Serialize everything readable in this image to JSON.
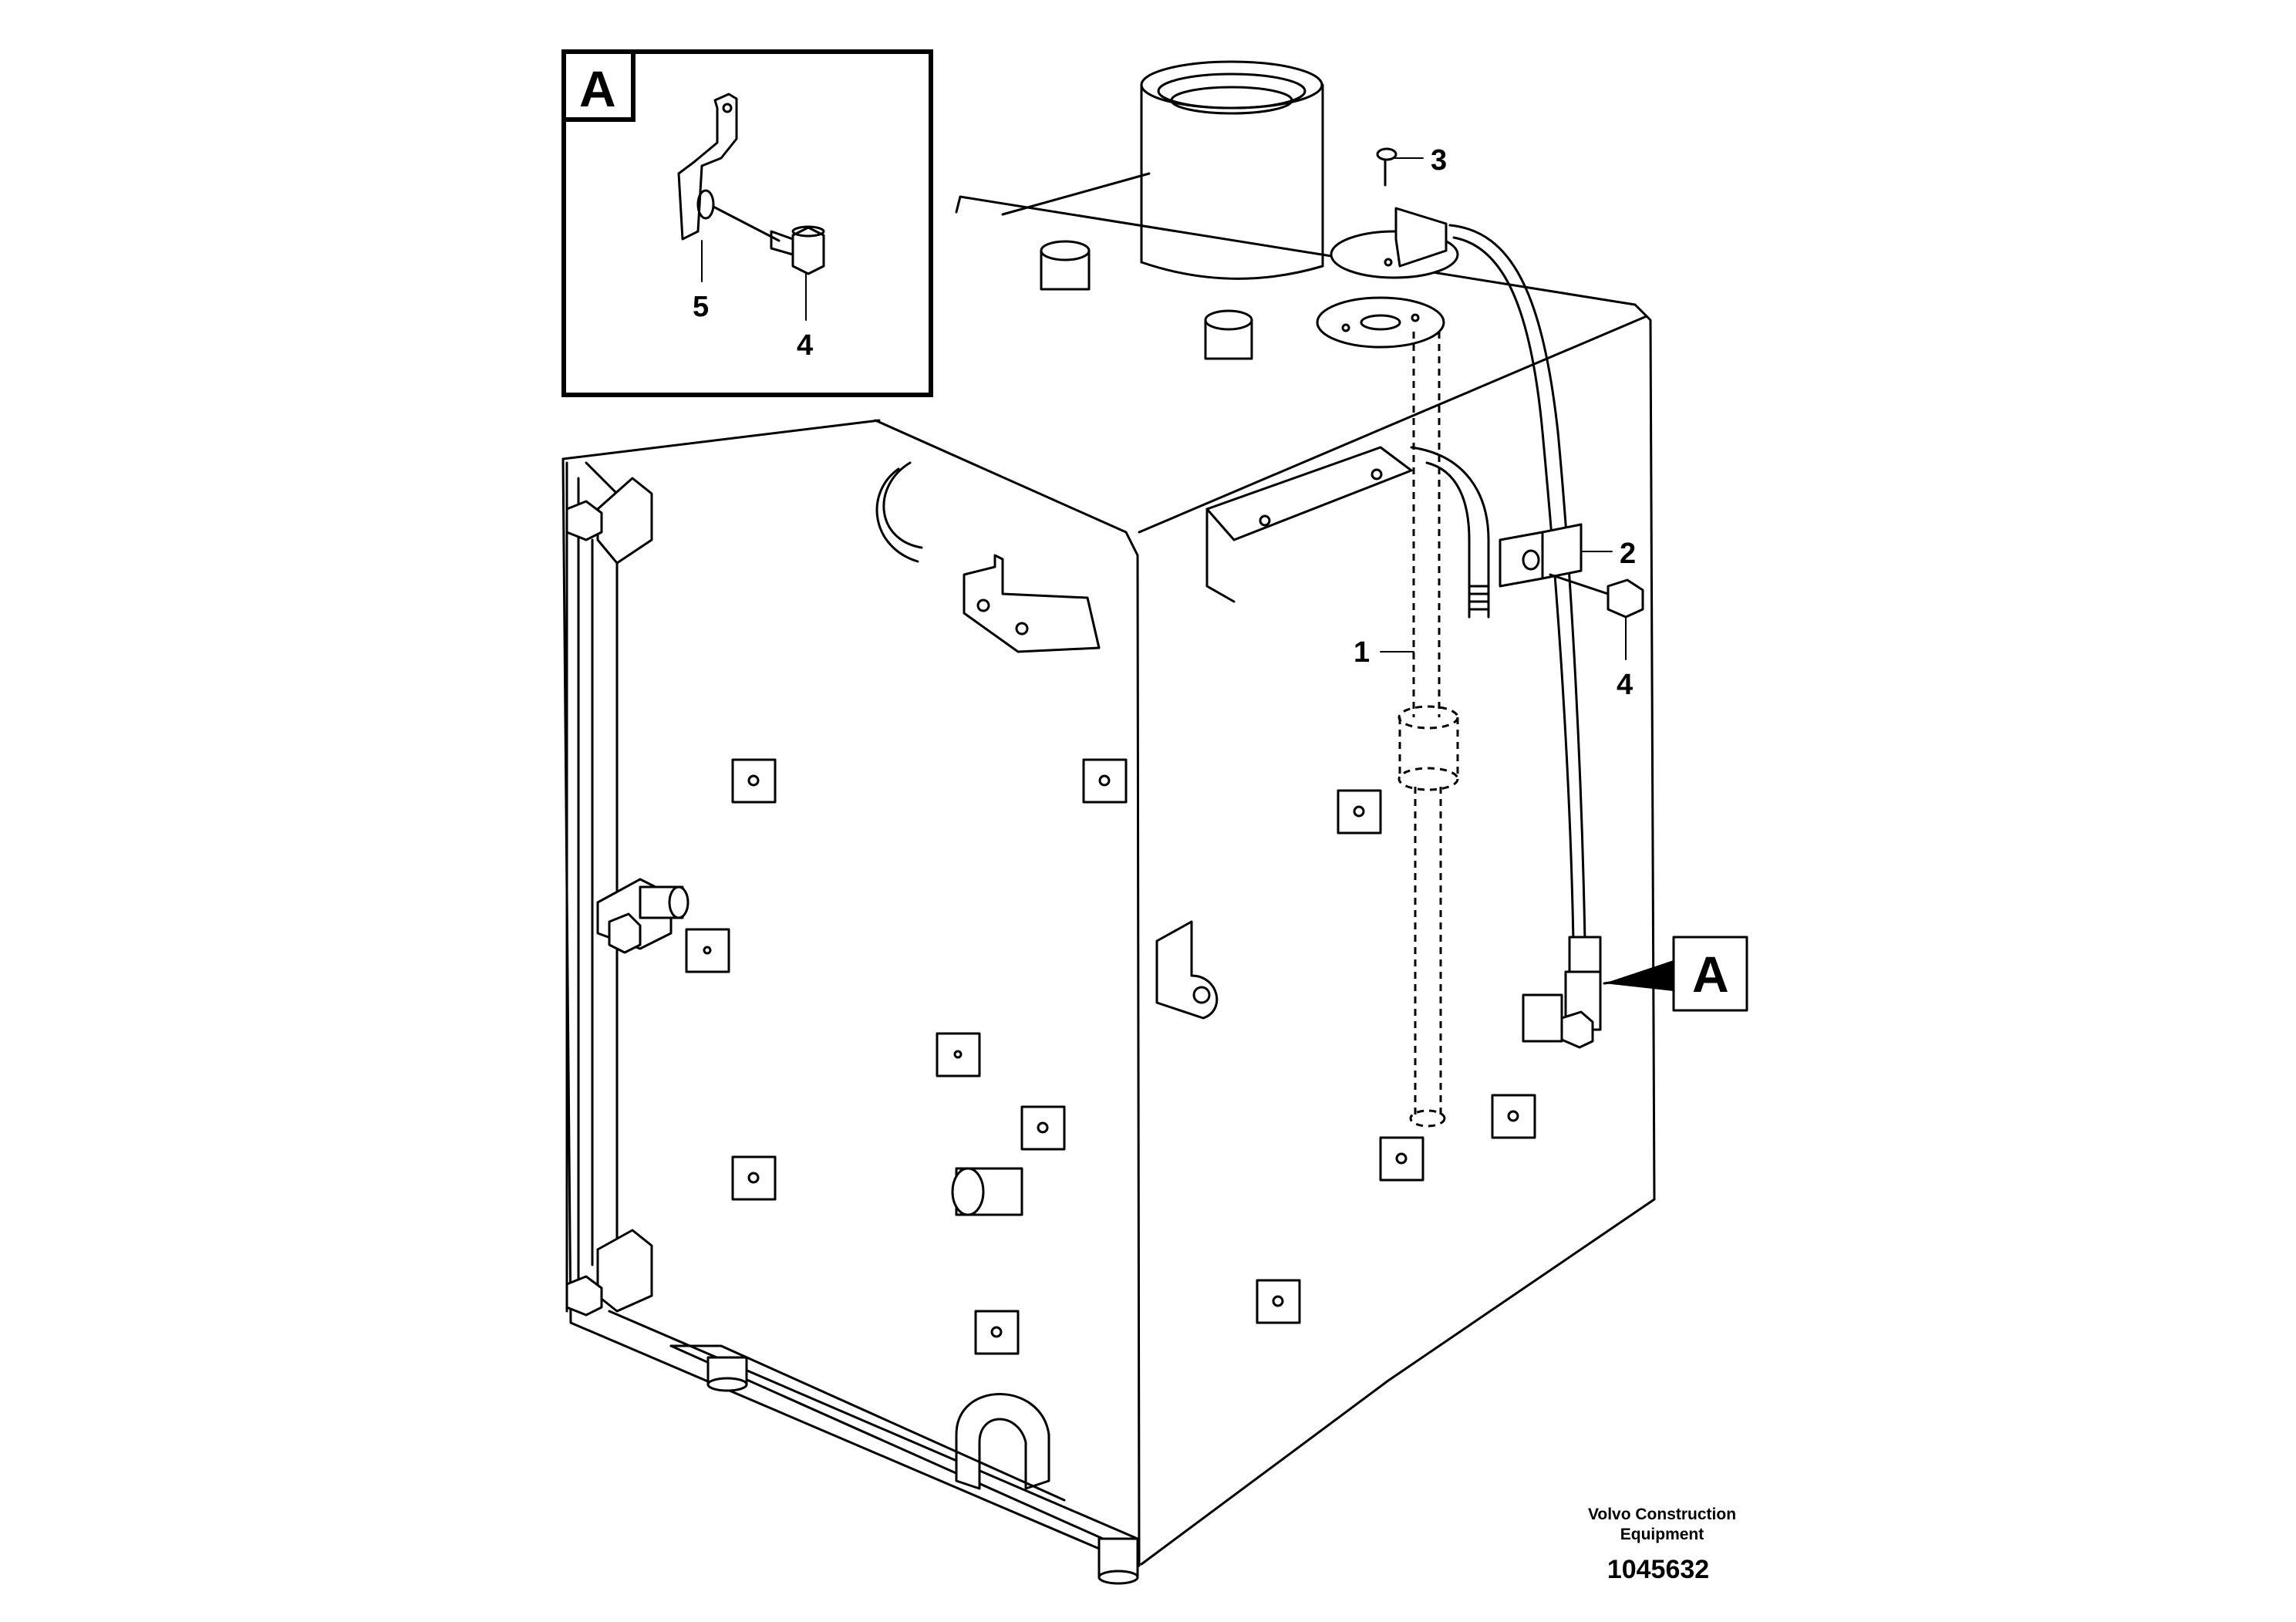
{
  "detail": {
    "letter": "A",
    "labels": {
      "bracket": "5",
      "bolt": "4"
    }
  },
  "callout": {
    "letter": "A"
  },
  "part_labels": {
    "sender_tube": "1",
    "clamp": "2",
    "screw": "3",
    "bolt": "4"
  },
  "footer": {
    "company_line1": "Volvo Construction",
    "company_line2": "Equipment",
    "drawing_number": "1045632"
  }
}
